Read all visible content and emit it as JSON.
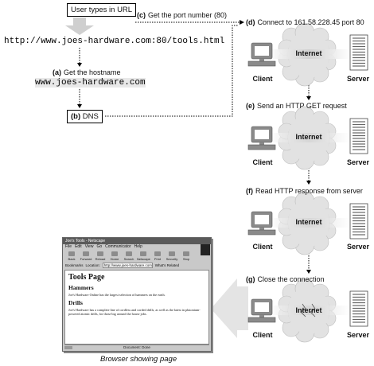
{
  "steps": {
    "user_types": "User types in URL",
    "url_full": "http://www.joes-hardware.com:80/tools.html",
    "a_letter": "(a)",
    "a_text": "Get the hostname",
    "hostname": "www.joes-hardware.com",
    "b_letter": "(b)",
    "b_text": "DNS",
    "c_letter": "(c)",
    "c_text": "Get the port number (80)",
    "d_letter": "(d)",
    "d_text": "Connect to 161.58.228.45 port 80",
    "e_letter": "(e)",
    "e_text": "Send an HTTP GET request",
    "f_letter": "(f)",
    "f_text": "Read HTTP response from server",
    "g_letter": "(g)",
    "g_text": "Close the connection"
  },
  "network": {
    "internet_label": "Internet",
    "client_label": "Client",
    "server_label": "Server"
  },
  "browser": {
    "window_title": "Joe's Tools - Netscape",
    "menu": [
      "File",
      "Edit",
      "View",
      "Go",
      "Communicator",
      "Help"
    ],
    "toolbar": [
      "Back",
      "Forward",
      "Reload",
      "Home",
      "Search",
      "Netscape",
      "Print",
      "Security",
      "Stop"
    ],
    "bookmarks": "Bookmarks",
    "location_label": "Location:",
    "location_value": "http://www.joes-hardware.com:80/tools.html",
    "whats_related": "What's Related",
    "page_title": "Tools Page",
    "h_hammers": "Hammers",
    "p_hammers": "Joe's Hardware Online has the largest selection of hammers on the earth.",
    "h_drills": "Drills",
    "p_drills": "Joe's Hardware has a complete line of cordless and corded drills, as well as the latest in plutonium-powered atomic drills, for those big around the house jobs.",
    "status": "Document: Done",
    "caption": "Browser showing page"
  },
  "colors": {
    "gray_arrow": "#cfcfcf",
    "cloud": "#e2e2e2",
    "computer": "#8a8a8a"
  }
}
